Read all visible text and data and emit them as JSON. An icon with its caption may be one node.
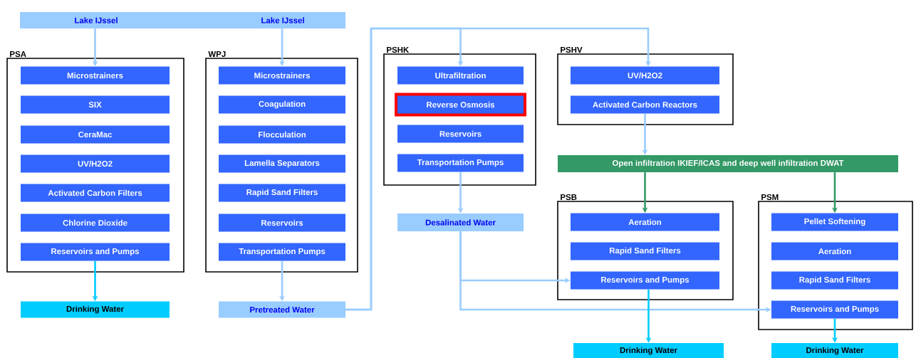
{
  "diagram": {
    "nodes": [
      {
        "text": [
          "Lake IJssel",
          "Lake IJssel"
        ]
      },
      {
        "text": [
          "PSA"
        ]
      },
      {
        "text": [
          "Microstrainers"
        ],
        "in": 1
      },
      {
        "text": [
          "SIX"
        ],
        "in": 1
      },
      {
        "text": [
          "CeraMac"
        ],
        "in": 1
      },
      {
        "text": [
          "UV/H2O2"
        ],
        "in": 1
      },
      {
        "text": [
          "Activated Carbon Filters"
        ],
        "in": 1
      },
      {
        "text": [
          "Chlorine Dioxide"
        ],
        "in": 1
      },
      {
        "text": [
          "Reservoirs and Pumps"
        ],
        "in": 1
      },
      {
        "text": [
          "WPJ"
        ]
      },
      {
        "text": [
          "Microstrainers"
        ],
        "in": 9
      },
      {
        "text": [
          "Coagulation"
        ],
        "in": 9
      },
      {
        "text": [
          "Flocculation"
        ],
        "in": 9
      },
      {
        "text": [
          "Lamella Separators"
        ],
        "in": 9
      },
      {
        "text": [
          "Rapid Sand Filters"
        ],
        "in": 9
      },
      {
        "text": [
          "Reservoirs"
        ],
        "in": 9
      },
      {
        "text": [
          "Transportation Pumps"
        ],
        "in": 9
      },
      {
        "text": [
          "Drinking Water"
        ]
      },
      {
        "text": [
          "Pretreated Water"
        ]
      },
      {
        "text": [
          "PSHK"
        ]
      },
      {
        "text": [
          "Ultrafiltration"
        ],
        "in": 19
      },
      {
        "text": [
          "Reverse Osmosis"
        ],
        "in": 19
      },
      {
        "text": [
          "Reservoirs"
        ],
        "in": 19
      },
      {
        "text": [
          "Transportation Pumps"
        ],
        "in": 19
      },
      {
        "text": [
          "PSHV"
        ]
      },
      {
        "text": [
          "UV/H2O2"
        ],
        "in": 24
      },
      {
        "text": [
          "Activated Carbon Reactors"
        ],
        "in": 24
      },
      {
        "text": [
          "Desalinated Water"
        ]
      },
      {
        "text": [
          "Open infiltration IKIEF/ICAS and deep well infiltration DWAT"
        ]
      },
      {
        "text": [
          "PSB"
        ]
      },
      {
        "text": [
          "Aeration"
        ],
        "in": 29
      },
      {
        "text": [
          "Rapid Sand Filters"
        ],
        "in": 29
      },
      {
        "text": [
          "Reservoirs and Pumps"
        ],
        "in": 29
      },
      {
        "text": [
          "PSM"
        ]
      },
      {
        "text": [
          "Pellet Softening"
        ],
        "in": 33
      },
      {
        "text": [
          "Aeration"
        ],
        "in": 33
      },
      {
        "text": [
          "Rapid Sand Filters"
        ],
        "in": 33
      },
      {
        "text": [
          "Reservoirs and Pumps"
        ],
        "in": 33
      },
      {
        "text": [
          "Drinking Water"
        ]
      },
      {
        "text": [
          "Drinking Water"
        ]
      }
    ],
    "edges": [
      {
        "from": 0,
        "to": 2,
        "arrow": "to"
      },
      {
        "from": 0,
        "to": 10,
        "arrow": "to"
      },
      {
        "from": 8,
        "to": 17,
        "arrow": "to",
        "color": "#00ccff"
      },
      {
        "from": 16,
        "to": 18,
        "arrow": "to"
      },
      {
        "from": 18,
        "to": 20,
        "arrow": "to"
      },
      {
        "from": 18,
        "to": 25,
        "arrow": "to"
      },
      {
        "from": 23,
        "to": 27,
        "arrow": "to"
      },
      {
        "from": 26,
        "to": 28,
        "arrow": "to"
      },
      {
        "from": 28,
        "to": 30,
        "arrow": "to",
        "color": "#339966"
      },
      {
        "from": 28,
        "to": 34,
        "arrow": "to",
        "color": "#339966"
      },
      {
        "from": 27,
        "to": 32,
        "arrow": "to"
      },
      {
        "from": 27,
        "to": 37,
        "arrow": "to"
      },
      {
        "from": 32,
        "to": 38,
        "arrow": "to",
        "color": "#00ccff"
      },
      {
        "from": 37,
        "to": 39,
        "arrow": "to",
        "color": "#00ccff"
      }
    ]
  }
}
